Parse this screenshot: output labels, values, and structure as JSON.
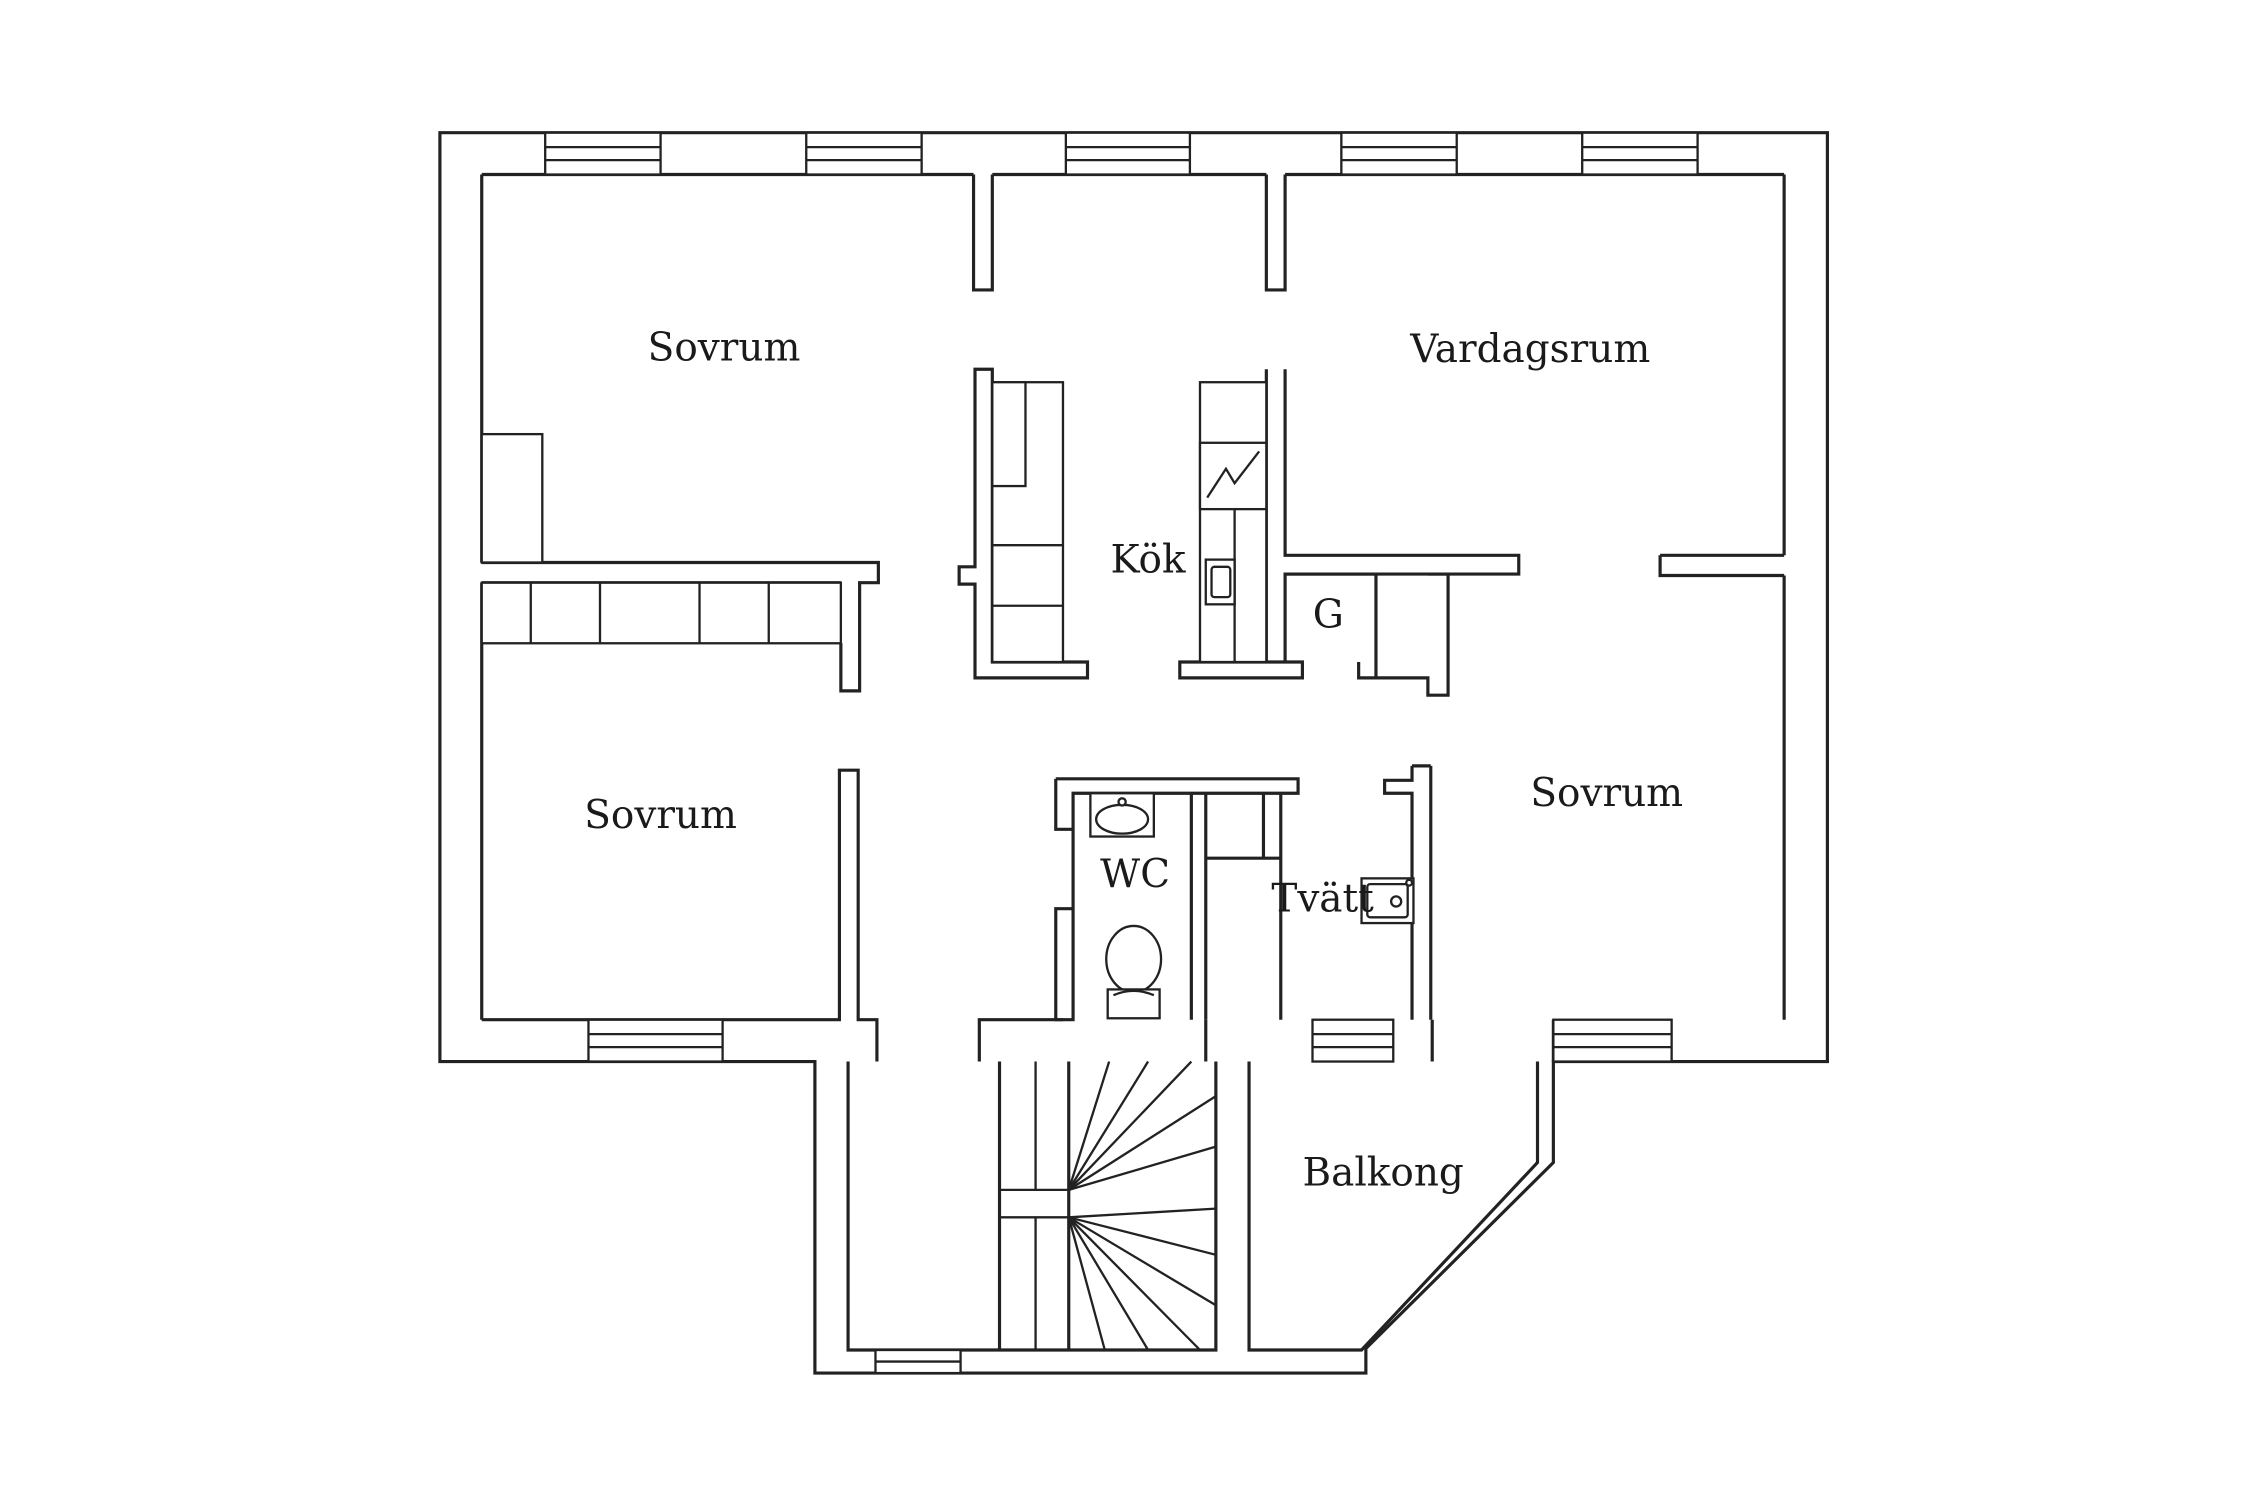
{
  "floorplan": {
    "rooms": {
      "bedroom_top_left": "Sovrum",
      "living_room": "Vardagsrum",
      "kitchen": "Kök",
      "closet_g": "G",
      "bedroom_left": "Sovrum",
      "bedroom_right": "Sovrum",
      "wc": "WC",
      "laundry": "Tvätt",
      "balcony": "Balkong"
    }
  }
}
